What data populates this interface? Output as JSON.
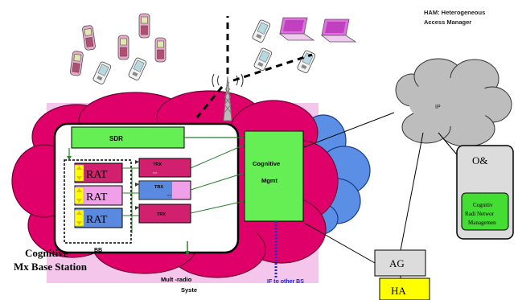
{
  "legend": {
    "line1": "HAM: Heterogeneous",
    "line2": "Access Manager"
  },
  "sdr_label": "SDR",
  "rat_label": "RAT",
  "trx_label": "TRX",
  "bb_label": "BB",
  "cognitive_mgmt": {
    "line1": "Cognitive",
    "line2": "Mgmt"
  },
  "base_station_title": {
    "line1": "Cognitive",
    "line2": "Mx Base Station"
  },
  "multi_radio": {
    "line1": "Mult -radio",
    "line2": "Syste"
  },
  "if_other_bs": "IF to other  BS",
  "ip_label": "IP",
  "om_box": {
    "title": "O&",
    "inner_line1": "Cognitiv",
    "inner_line2": "Radi  Networ",
    "inner_line3": "Managemen"
  },
  "ag_label": "AG",
  "ha_label": "HA",
  "colors": {
    "pink_cloud": "#e0006a",
    "light_pink": "#f4c6ec",
    "blue_cloud": "#5b8fe6",
    "green": "#66ee55",
    "gray_cloud": "#bdbdbd",
    "yellow": "#ffff00",
    "rat_pink": "#d0206e",
    "rat_lavender": "#f0a0e8",
    "rat_blue": "#5a8ae0"
  }
}
